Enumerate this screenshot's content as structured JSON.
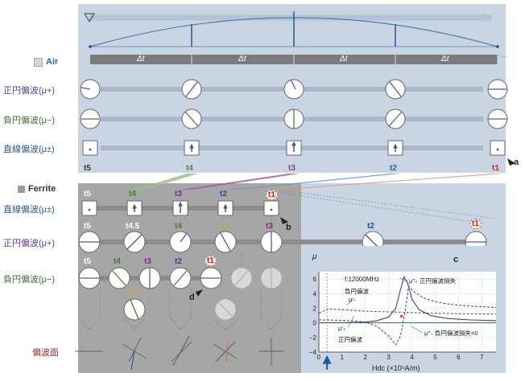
{
  "sections": {
    "air": "Air",
    "ferrite": "Ferrite"
  },
  "row_labels": {
    "plus": "正円偏波(μ+)",
    "minus": "負円偏波(μ−)",
    "linear": "直線偏波(μ±)",
    "plane": "偏波面"
  },
  "delta_t": [
    "Δt",
    "Δt",
    "Δt",
    "Δt"
  ],
  "air_times": [
    "t5",
    "t4",
    "t3",
    "t2",
    "t1"
  ],
  "ferrite_linear_times": [
    "t5",
    "t4",
    "t3",
    "t2",
    "t1"
  ],
  "ferrite_plus_times": [
    "t5",
    "t4.5",
    "t4",
    "t3.5",
    "t3",
    "t2",
    "t1"
  ],
  "ferrite_minus_times": [
    "t5",
    "t4",
    "t3",
    "t2",
    "t1",
    "t3.5"
  ],
  "callouts": [
    "a",
    "b",
    "c",
    "d"
  ],
  "colors": {
    "panel": "#c9d5e3",
    "ferrite_panel": "#a6a6a6",
    "t4": "#9dc08b",
    "t3": "#a45ea0",
    "t2": "#6d9cc9",
    "t1": "#e58e74"
  },
  "chart_data": {
    "type": "line",
    "title": "f:12000MHz",
    "xlabel": "Hdc (×10⁵A/m)",
    "ylabel": "μ",
    "x_ticks": [
      "0",
      "1",
      "2",
      "3",
      "4",
      "5",
      "6",
      "7"
    ],
    "y_ticks": [
      "−4",
      "−2",
      "0",
      "2",
      "4",
      "6"
    ],
    "xlim": [
      0,
      7.6
    ],
    "ylim": [
      -4,
      7
    ],
    "annotations": [
      {
        "text": "μ″₊ 正円偏波損失"
      },
      {
        "text": "負円偏波"
      },
      {
        "text": "μ′₋"
      },
      {
        "text": "μ′₊"
      },
      {
        "text": "正円偏波"
      },
      {
        "text": "μ″₋ 負円偏波損失=0"
      }
    ],
    "series": [
      {
        "id": "mu_plus_real",
        "x": [
          0,
          0.5,
          1,
          1.5,
          2,
          2.5,
          3,
          3.3,
          3.5,
          3.7,
          3.85,
          4.1,
          4.5,
          5,
          5.5,
          6,
          7,
          7.6
        ],
        "y": [
          0.4,
          0.38,
          0.35,
          0.25,
          0.1,
          -0.5,
          -1.8,
          -3.0,
          -1.8,
          1.5,
          5.0,
          4.2,
          3.4,
          2.9,
          2.6,
          2.4,
          2.2,
          2.1
        ]
      },
      {
        "id": "mu_plus_imag",
        "x": [
          0,
          1,
          2,
          2.5,
          3,
          3.3,
          3.5,
          3.65,
          3.8,
          4.0,
          4.3,
          4.8,
          5.5,
          6.5,
          7.6
        ],
        "y": [
          0,
          0.02,
          0.1,
          0.3,
          0.8,
          2.0,
          4.5,
          6.3,
          5.5,
          3.2,
          1.8,
          1.0,
          0.6,
          0.4,
          0.3
        ]
      },
      {
        "id": "mu_minus_real",
        "x": [
          0,
          0.4,
          1,
          2,
          3,
          4,
          5,
          6,
          7,
          7.6
        ],
        "y": [
          1.3,
          1.9,
          1.8,
          1.6,
          1.5,
          1.4,
          1.3,
          1.25,
          1.2,
          1.2
        ]
      },
      {
        "id": "mu_minus_imag",
        "x": [
          0,
          7.6
        ],
        "y": [
          0,
          0
        ]
      }
    ],
    "marker": {
      "x": 3.55,
      "y": 0.9
    }
  }
}
